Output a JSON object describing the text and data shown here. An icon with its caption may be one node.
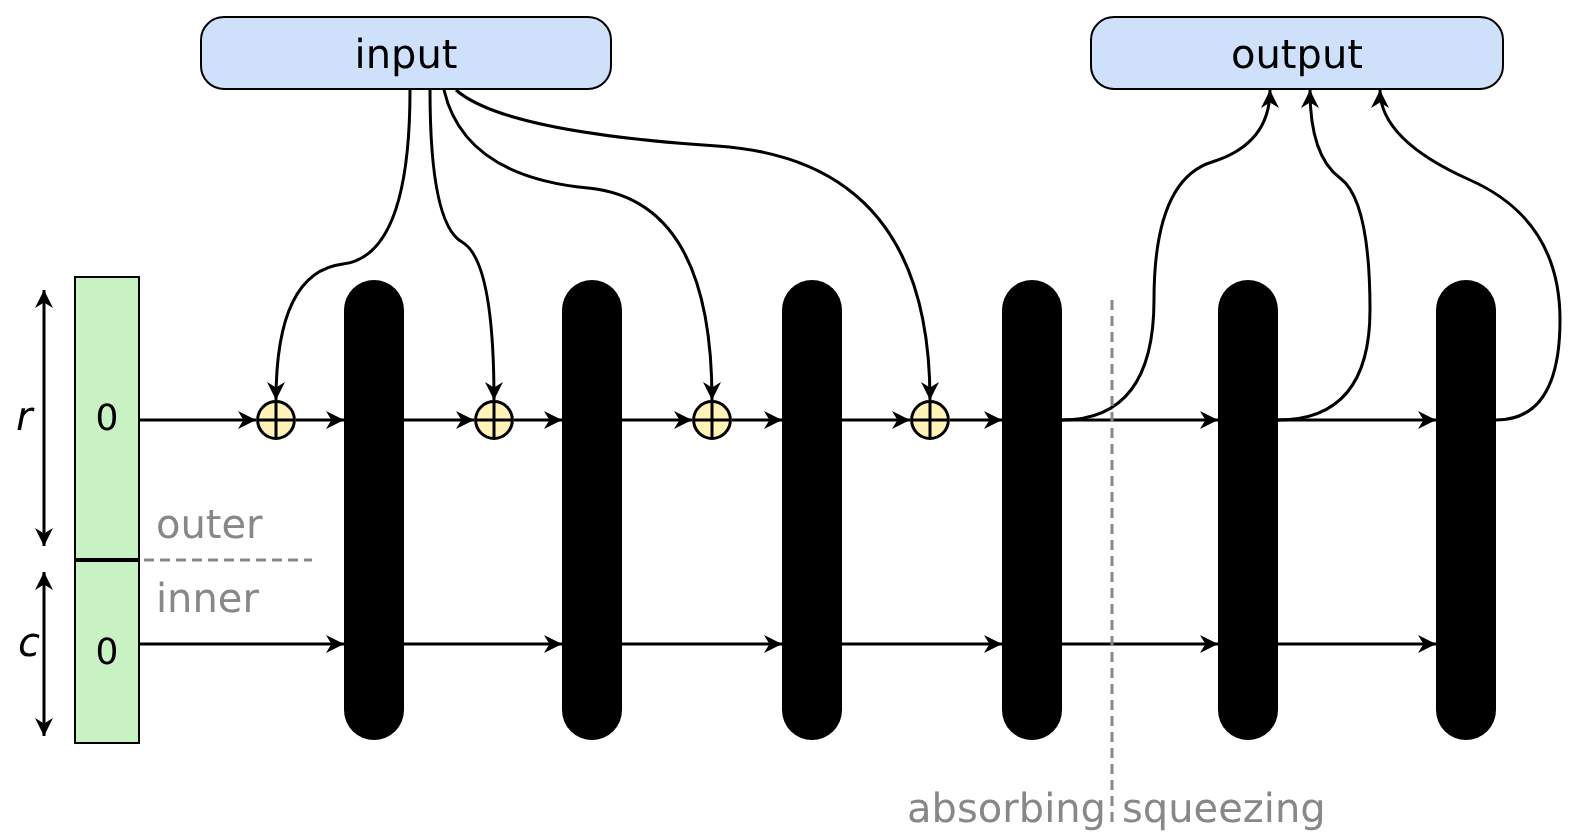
{
  "diagram": {
    "nodes": [
      {
        "text": [
          "input"
        ]
      },
      {
        "text": [
          "output"
        ]
      },
      {
        "text": [
          "0"
        ]
      },
      {
        "text": [
          "0"
        ]
      },
      {
        "text": [],
        "shape": "circle"
      },
      {
        "text": [],
        "shape": "circle"
      },
      {
        "text": [],
        "shape": "circle"
      },
      {
        "text": [],
        "shape": "circle"
      },
      {
        "text": [],
        "shape": "bar"
      },
      {
        "text": [],
        "shape": "bar"
      },
      {
        "text": [],
        "shape": "bar"
      },
      {
        "text": [],
        "shape": "bar"
      },
      {
        "text": [],
        "shape": "bar"
      },
      {
        "text": [],
        "shape": "bar"
      }
    ],
    "edges": [
      {
        "from": 0,
        "to": 4,
        "arrow": "to"
      },
      {
        "from": 0,
        "to": 5,
        "arrow": "to"
      },
      {
        "from": 0,
        "to": 6,
        "arrow": "to"
      },
      {
        "from": 0,
        "to": 7,
        "arrow": "to"
      },
      {
        "from": 2,
        "to": 4,
        "arrow": "to"
      },
      {
        "from": 4,
        "to": 8,
        "arrow": "to"
      },
      {
        "from": 8,
        "to": 5,
        "arrow": "to"
      },
      {
        "from": 5,
        "to": 9,
        "arrow": "to"
      },
      {
        "from": 9,
        "to": 6,
        "arrow": "to"
      },
      {
        "from": 6,
        "to": 10,
        "arrow": "to"
      },
      {
        "from": 10,
        "to": 7,
        "arrow": "to"
      },
      {
        "from": 7,
        "to": 11,
        "arrow": "to"
      },
      {
        "from": 11,
        "to": 12,
        "arrow": "to"
      },
      {
        "from": 11,
        "to": 1,
        "arrow": "to"
      },
      {
        "from": 12,
        "to": 13,
        "arrow": "to"
      },
      {
        "from": 12,
        "to": 1,
        "arrow": "to"
      },
      {
        "from": 13,
        "to": 1,
        "arrow": "to"
      },
      {
        "from": 3,
        "to": 8,
        "arrow": "to"
      },
      {
        "from": 8,
        "to": 9,
        "arrow": "to"
      },
      {
        "from": 9,
        "to": 10,
        "arrow": "to"
      },
      {
        "from": 10,
        "to": 11,
        "arrow": "to"
      },
      {
        "from": 11,
        "to": 12,
        "arrow": "to"
      },
      {
        "from": 12,
        "to": 13,
        "arrow": "to"
      }
    ],
    "labels": [
      "r",
      "outer",
      "inner",
      "c",
      "absorbing",
      "squeezing"
    ]
  }
}
